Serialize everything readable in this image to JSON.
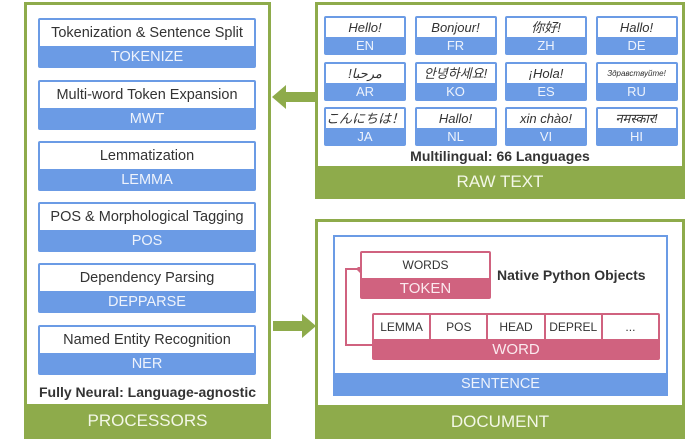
{
  "processors": {
    "title": "PROCESSORS",
    "caption": "Fully Neural: Language-agnostic",
    "items": [
      {
        "desc": "Tokenization & Sentence Split",
        "code": "TOKENIZE"
      },
      {
        "desc": "Multi-word Token Expansion",
        "code": "MWT"
      },
      {
        "desc": "Lemmatization",
        "code": "LEMMA"
      },
      {
        "desc": "POS & Morphological Tagging",
        "code": "POS"
      },
      {
        "desc": "Dependency Parsing",
        "code": "DEPPARSE"
      },
      {
        "desc": "Named Entity Recognition",
        "code": "NER"
      }
    ]
  },
  "raw_text": {
    "title": "RAW TEXT",
    "caption": "Multilingual: 66 Languages",
    "languages": [
      {
        "greeting": "Hello!",
        "code": "EN"
      },
      {
        "greeting": "Bonjour!",
        "code": "FR"
      },
      {
        "greeting": "你好!",
        "code": "ZH"
      },
      {
        "greeting": "Hallo!",
        "code": "DE"
      },
      {
        "greeting": "!مرحبا",
        "code": "AR"
      },
      {
        "greeting": "안녕하세요!",
        "code": "KO"
      },
      {
        "greeting": "¡Hola!",
        "code": "ES"
      },
      {
        "greeting": "Здравствуйте!",
        "code": "RU"
      },
      {
        "greeting": "こんにちは！",
        "code": "JA"
      },
      {
        "greeting": "Hallo!",
        "code": "NL"
      },
      {
        "greeting": "xin chào!",
        "code": "VI"
      },
      {
        "greeting": "नमस्कार!",
        "code": "HI"
      }
    ]
  },
  "document": {
    "title": "DOCUMENT",
    "sentence_label": "SENTENCE",
    "caption": "Native Python Objects",
    "token": {
      "field": "WORDS",
      "label": "TOKEN"
    },
    "word": {
      "fields": [
        "LEMMA",
        "POS",
        "HEAD",
        "DEPREL",
        "..."
      ],
      "label": "WORD"
    }
  },
  "colors": {
    "green": "#8eab4b",
    "blue": "#6b9be5",
    "pink": "#d0627f"
  }
}
